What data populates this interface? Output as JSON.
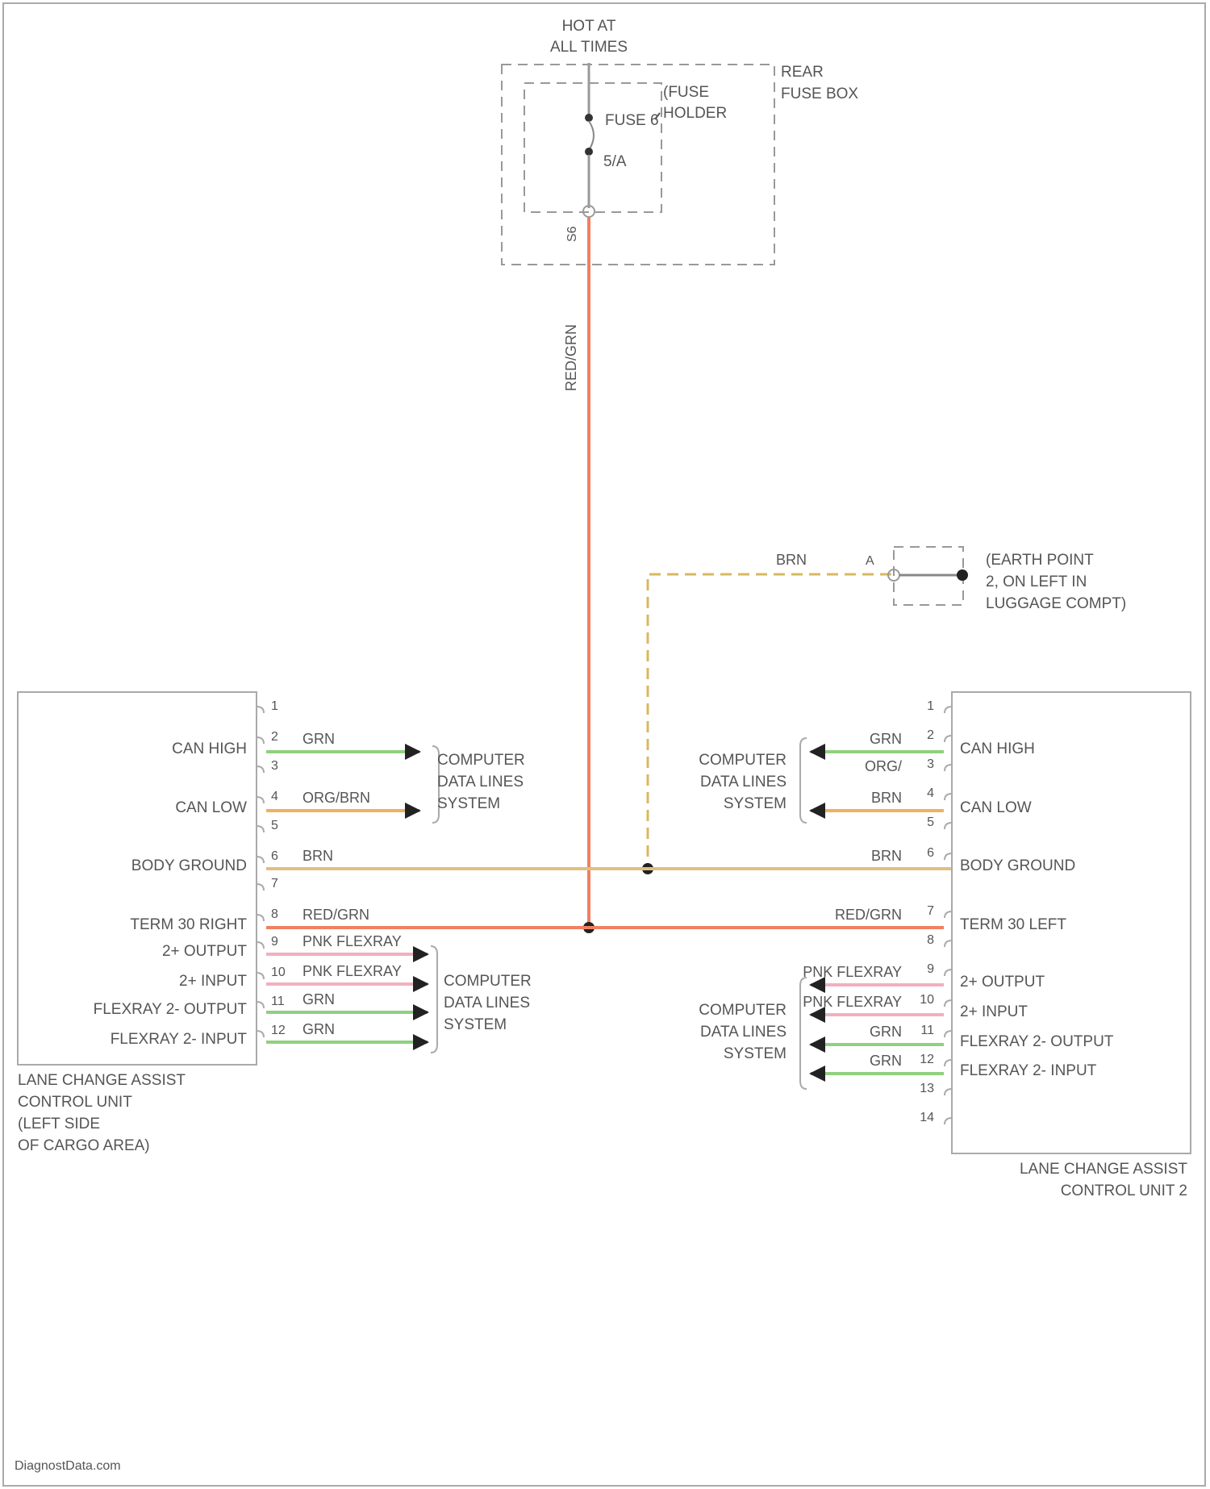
{
  "supply": {
    "hot_line1": "HOT AT",
    "hot_line2": "ALL TIMES",
    "fuse_box_line1": "REAR",
    "fuse_box_line2": "FUSE BOX",
    "fuse_holder_line1": "(FUSE",
    "fuse_holder_line2": "HOLDER",
    "fuse_label": "FUSE 6",
    "fuse_rating": "5/A",
    "terminal": "S6",
    "wire_color": "RED/GRN"
  },
  "ground": {
    "wire_color": "BRN",
    "terminal": "A",
    "line1": "(EARTH POINT",
    "line2": "2, ON LEFT IN",
    "line3": "LUGGAGE COMPT)"
  },
  "left_unit": {
    "name_line1": "LANE CHANGE ASSIST",
    "name_line2": "CONTROL UNIT",
    "name_line3": "(LEFT SIDE",
    "name_line4": "OF CARGO AREA)",
    "pins": [
      {
        "num": "1",
        "label": "",
        "wire": ""
      },
      {
        "num": "2",
        "label": "CAN HIGH",
        "wire": "GRN"
      },
      {
        "num": "3",
        "label": "",
        "wire": ""
      },
      {
        "num": "4",
        "label": "CAN LOW",
        "wire": "ORG/BRN"
      },
      {
        "num": "5",
        "label": "",
        "wire": ""
      },
      {
        "num": "6",
        "label": "BODY GROUND",
        "wire": "BRN"
      },
      {
        "num": "7",
        "label": "",
        "wire": ""
      },
      {
        "num": "8",
        "label": "TERM 30 RIGHT",
        "wire": "RED/GRN"
      },
      {
        "num": "9",
        "label": "2+ OUTPUT",
        "wire": "PNK FLEXRAY"
      },
      {
        "num": "10",
        "label": "2+ INPUT",
        "wire": "PNK FLEXRAY"
      },
      {
        "num": "11",
        "label": "FLEXRAY 2- OUTPUT",
        "wire": "GRN"
      },
      {
        "num": "12",
        "label": "FLEXRAY 2- INPUT",
        "wire": "GRN"
      }
    ],
    "cdl1": [
      "COMPUTER",
      "DATA LINES",
      "SYSTEM"
    ],
    "cdl2": [
      "COMPUTER",
      "DATA LINES",
      "SYSTEM"
    ]
  },
  "right_unit": {
    "name_line1": "LANE CHANGE ASSIST",
    "name_line2": "CONTROL UNIT 2",
    "pins": [
      {
        "num": "1",
        "label": "",
        "wire": ""
      },
      {
        "num": "2",
        "label": "CAN HIGH",
        "wire": "GRN"
      },
      {
        "num": "3",
        "label": "",
        "wire": "ORG/"
      },
      {
        "num": "4",
        "label": "CAN LOW",
        "wire": "BRN"
      },
      {
        "num": "5",
        "label": "",
        "wire": ""
      },
      {
        "num": "6",
        "label": "BODY GROUND",
        "wire": "BRN"
      },
      {
        "num": "7",
        "label": "TERM 30 LEFT",
        "wire": "RED/GRN"
      },
      {
        "num": "8",
        "label": "",
        "wire": ""
      },
      {
        "num": "9",
        "label": "2+ OUTPUT",
        "wire": "PNK FLEXRAY"
      },
      {
        "num": "10",
        "label": "2+ INPUT",
        "wire": "PNK FLEXRAY"
      },
      {
        "num": "11",
        "label": "FLEXRAY 2- OUTPUT",
        "wire": "GRN"
      },
      {
        "num": "12",
        "label": "FLEXRAY 2- INPUT",
        "wire": "GRN"
      },
      {
        "num": "13",
        "label": "",
        "wire": ""
      },
      {
        "num": "14",
        "label": "",
        "wire": ""
      }
    ],
    "cdl1": [
      "COMPUTER",
      "DATA LINES",
      "SYSTEM"
    ],
    "cdl2": [
      "COMPUTER",
      "DATA LINES",
      "SYSTEM"
    ]
  },
  "colors": {
    "red_grn": "#f08060",
    "brn": "#e0c080",
    "grn": "#90d080",
    "org_brn": "#f0b060",
    "pnk": "#f0b0c0",
    "frame": "#aaaaaa",
    "dash": "#999999"
  },
  "watermark": "DiagnostData.com"
}
